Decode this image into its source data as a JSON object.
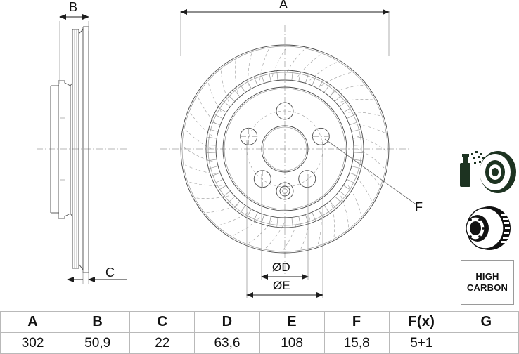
{
  "drawing": {
    "title": "Brake disc technical drawing",
    "dimension_labels": {
      "a": "A",
      "b": "B",
      "c": "C",
      "d": "ØD",
      "e": "ØE",
      "f": "F"
    }
  },
  "icons": {
    "coated": "spray-coated-disc-icon",
    "vented": "ventilated-disc-icon",
    "high_carbon_line1": "HIGH",
    "high_carbon_line2": "CARBON"
  },
  "spec_table": {
    "headers": [
      "A",
      "B",
      "C",
      "D",
      "E",
      "F",
      "F(x)",
      "G"
    ],
    "values": [
      "302",
      "50,9",
      "22",
      "63,6",
      "108",
      "15,8",
      "5+1",
      ""
    ]
  },
  "colors": {
    "ink": "#1a1a1a",
    "line": "#4a4a4a",
    "light_line": "#9b9b9b",
    "icon_dark": "#1d3321",
    "table_border": "#b9b9b9",
    "background": "#ffffff"
  }
}
